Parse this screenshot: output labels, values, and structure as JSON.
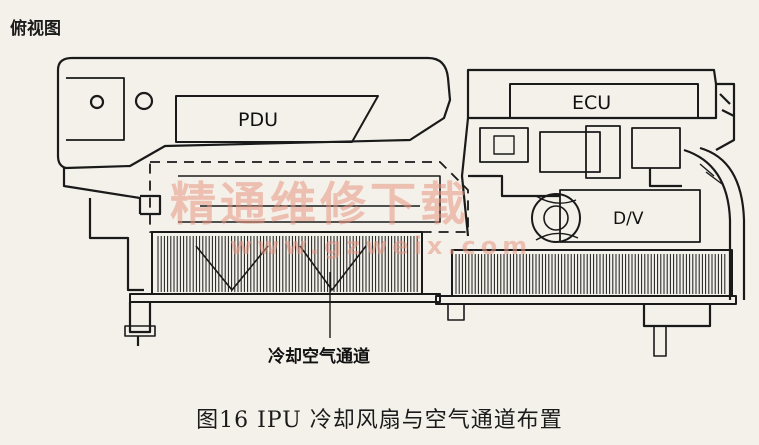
{
  "view_label": "俯视图",
  "labels": {
    "pdu": "PDU",
    "ecu": "ECU",
    "dv": "D/V",
    "cooling_channel": "冷却空气通道"
  },
  "caption": "图16    IPU 冷却风扇与空气通道布置",
  "watermark": {
    "text": "精通维修下载",
    "url": "www.gzweix.com"
  },
  "colors": {
    "line": "#1a1a1a",
    "watermark": "#e59682",
    "background": "#f4f1ea"
  }
}
